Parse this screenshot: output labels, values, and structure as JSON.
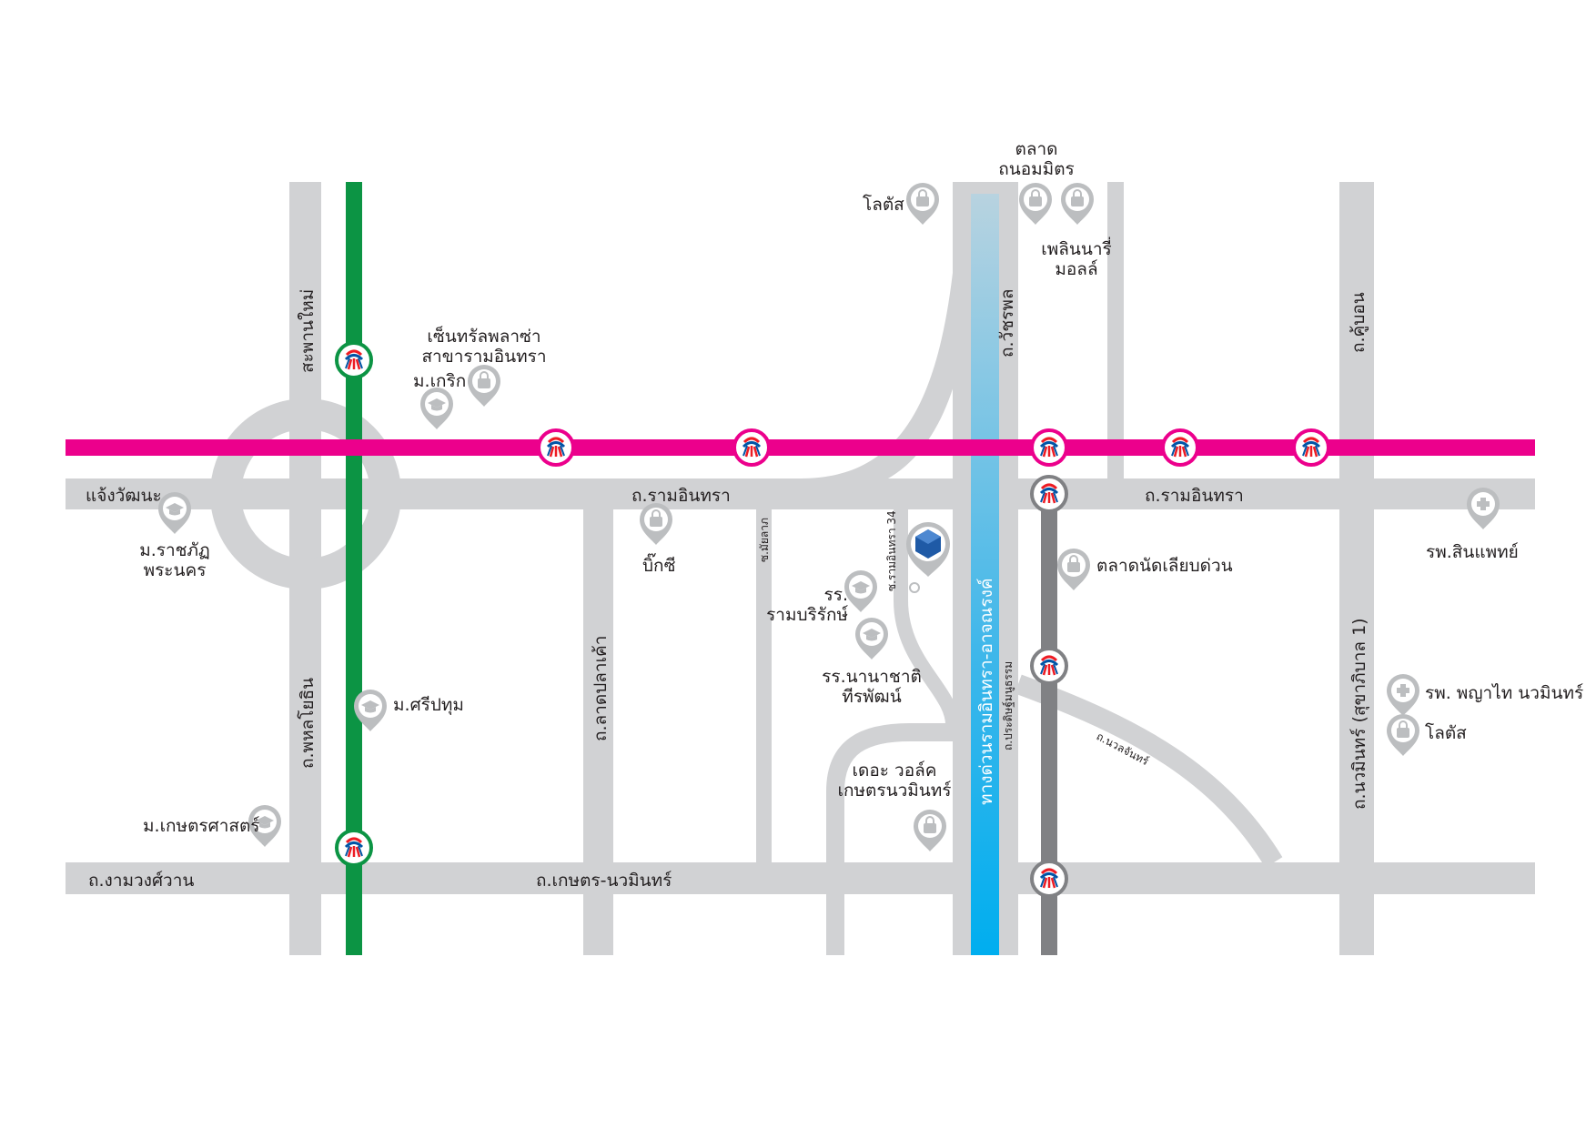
{
  "colors": {
    "road": "#d1d2d4",
    "green_line": "#0c9444",
    "pink_line": "#ec008c",
    "grey_line": "#808184",
    "expressway": "#00aeef",
    "pin": "#bcbec0",
    "station_green": "#0c9444",
    "station_pink": "#ec008c",
    "station_grey": "#808184"
  },
  "roads": {
    "ramintra_w": "ถ.รามอินทรา",
    "ramintra_e": "ถ.รามอินทรา",
    "chaengwattana": "แจ้งวัฒนะ",
    "ngamwongwan": "ถ.งามวงศ์วาน",
    "kaset_nawamin": "ถ.เกษตร-นวมินทร์",
    "saphan_mai": "สะพานใหม่",
    "phahon_yothin": "ถ.พหลโยธิน",
    "lat_pla_khao": "ถ.ลาดปลาเค้า",
    "soi_maiyalap": "ซ.มัยลาภ",
    "soi_ramintra34": "ซ.รามอินทรา 34",
    "watcharaphon": "ถ.วัชรพล",
    "expressway": "ทางด่วนรามอินทรา-อาจณรงค์",
    "pradit_manutham": "ถ.ประดิษฐ์มนูธรรม",
    "nuan_chan": "ถ.นวลจันทร์",
    "khu_bon": "ถ.คู้บอน",
    "nawamin": "ถ.นวมินทร์ (สุขาภิบาล 1)"
  },
  "places": {
    "rajabhat": [
      "ม.ราชภัฏ",
      "พระนคร"
    ],
    "krirk": "ม.เกริก",
    "central": [
      "เซ็นทรัลพลาซ่า",
      "สาขารามอินทรา"
    ],
    "big_c": "บิ๊กซี",
    "sripatum": "ม.ศรีปทุม",
    "kasetsart": "ม.เกษตรศาสตร์",
    "lotus_n": "โลตัส",
    "talad_thanom": [
      "ตลาด",
      "ถนอมมิตร"
    ],
    "fashion_island": [
      "เพลินนารี่",
      "มอลล์"
    ],
    "ram_school": [
      "รร.",
      "รามบริรักษ์"
    ],
    "intl_school": [
      "รร.นานาชาติ",
      "ทีรพัฒน์"
    ],
    "walk": [
      "เดอะ วอล์ค",
      "เกษตรนวมินทร์"
    ],
    "talad_nat": "ตลาดนัดเลียบด่วน",
    "sinphaet": "รพ.สินแพทย์",
    "phyathai": "รพ. พญาไท นวมินทร์",
    "lotus_e": "โลตัส"
  },
  "icons": {
    "station": "bts-station-icon",
    "shopping": "shopping-bag-pin-icon",
    "school": "graduation-cap-pin-icon",
    "hospital": "hospital-cross-pin-icon",
    "destination": "property-logo-pin-icon"
  }
}
